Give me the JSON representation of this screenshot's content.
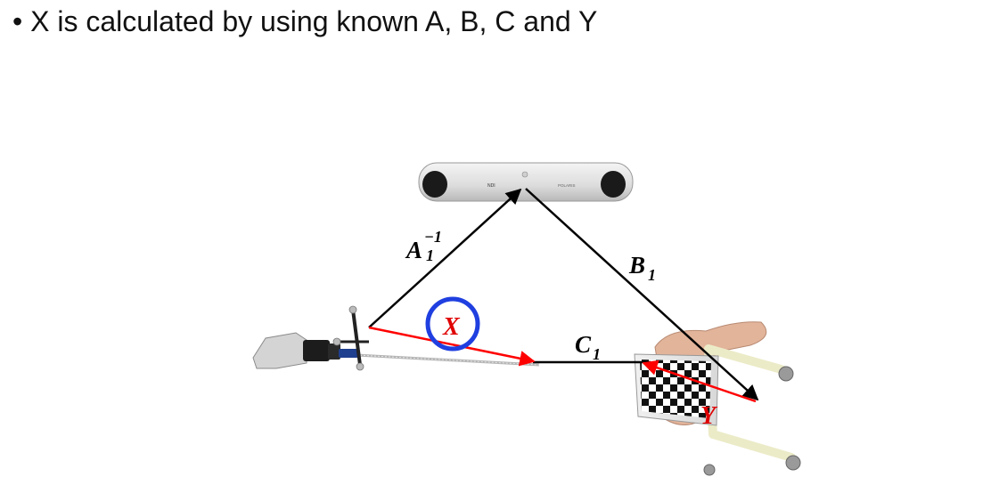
{
  "slide": {
    "bullet_symbol": "•",
    "bullet_text": "X is calculated by using known A, B, C and Y"
  },
  "diagram": {
    "labels": {
      "A": "A",
      "A_superscript": "−1",
      "A_subscript": "1",
      "B": "B",
      "B_subscript": "1",
      "C": "C",
      "C_subscript": "1",
      "X": "X",
      "Y": "Y"
    },
    "tracker_brand_left": "NDI",
    "tracker_brand_right": "POLARIS"
  },
  "colors": {
    "black_arrows": "#000000",
    "red_arrows": "#ff0000",
    "x_circle": "#1f3fe0",
    "x_label": "#e00000",
    "y_label": "#e00000"
  }
}
